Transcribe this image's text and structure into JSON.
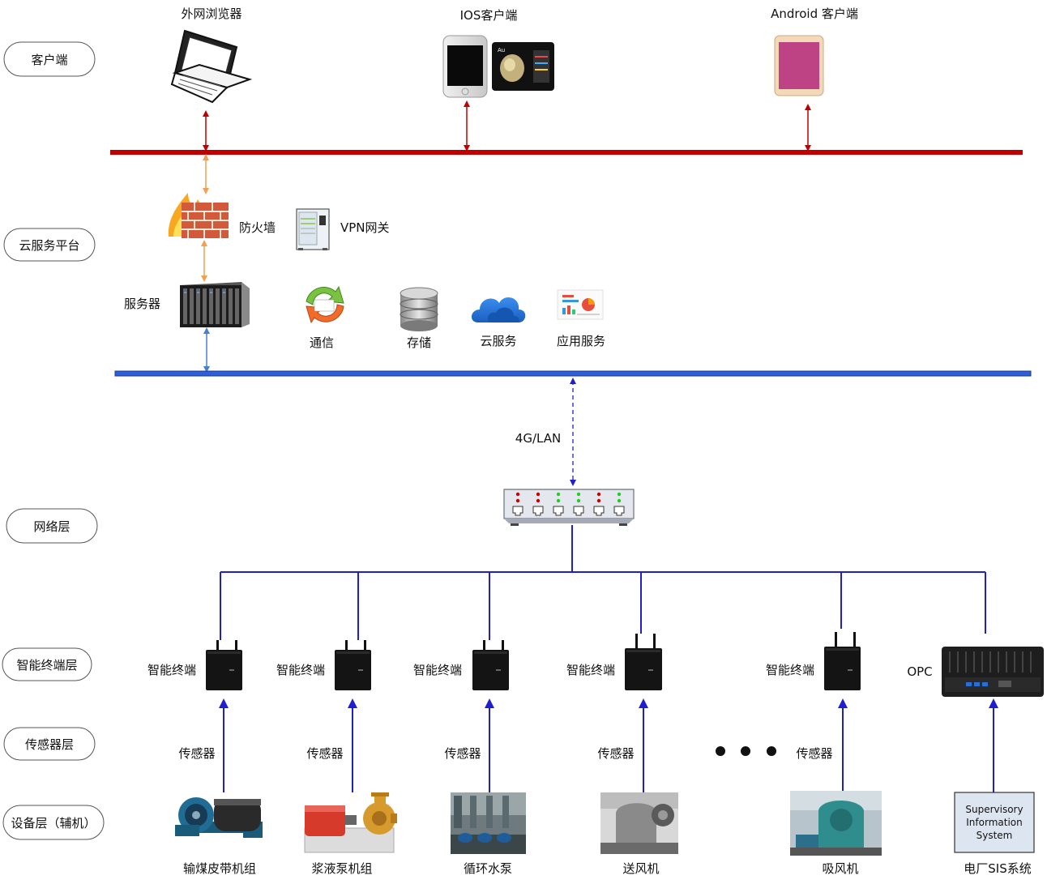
{
  "layers": {
    "client": "客户端",
    "cloud": "云服务平台",
    "network": "网络层",
    "terminal": "智能终端层",
    "sensor": "传感器层",
    "equipment": "设备层（辅机）"
  },
  "clients": {
    "browser": "外网浏览器",
    "ios": "IOS客户端",
    "android": "Android 客户端"
  },
  "cloud": {
    "firewall": "防火墙",
    "vpn": "VPN网关",
    "server": "服务器",
    "services": [
      "通信",
      "存储",
      "云服务",
      "应用服务"
    ]
  },
  "network": {
    "link_label": "4G/LAN"
  },
  "terminals": [
    "智能终端",
    "智能终端",
    "智能终端",
    "智能终端",
    "智能终端"
  ],
  "opc": "OPC",
  "sensors": [
    "传感器",
    "传感器",
    "传感器",
    "传感器",
    "传感器"
  ],
  "equipment": [
    "输煤皮带机组",
    "浆液泵机组",
    "循环水泵",
    "送风机",
    "吸风机"
  ],
  "sis": {
    "box_line1": "Supervisory",
    "box_line2": "Information",
    "box_line3": "System",
    "label": "电厂SIS系统"
  },
  "colors": {
    "client_bus": "#c00000",
    "cloud_bus": "#2e5fd6",
    "link_blue": "#1f1fd0",
    "firewall_arrow": "#f0a050"
  },
  "icons": [
    "laptop-icon",
    "iphone-icon",
    "tablet-icon",
    "android-phone-icon",
    "firewall-icon",
    "vpn-gateway-icon",
    "server-rack-icon",
    "sync-icon",
    "database-icon",
    "cloud-icon",
    "app-service-icon",
    "network-switch-icon",
    "smart-terminal-icon",
    "opc-box-icon"
  ]
}
